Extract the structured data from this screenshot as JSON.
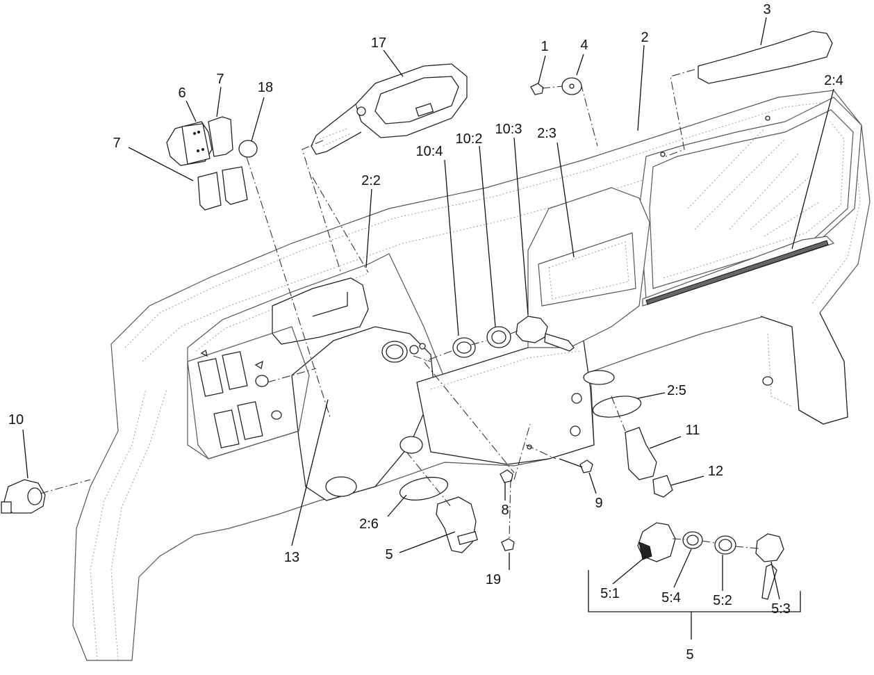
{
  "callouts": {
    "c1": "1",
    "c2": "2",
    "c2_2": "2:2",
    "c2_3": "2:3",
    "c2_4": "2:4",
    "c2_5": "2:5",
    "c2_6": "2:6",
    "c3": "3",
    "c4": "4",
    "c5": "5",
    "c5_1": "5:1",
    "c5_2": "5:2",
    "c5_3": "5:3",
    "c5_4": "5:4",
    "c5_group": "5",
    "c6": "6",
    "c7a": "7",
    "c7b": "7",
    "c8": "8",
    "c9": "9",
    "c10": "10",
    "c10_2": "10:2",
    "c10_3": "10:3",
    "c10_4": "10:4",
    "c11": "11",
    "c12": "12",
    "c13": "13",
    "c17": "17",
    "c18": "18",
    "c19": "19"
  },
  "colors": {
    "line": "#111111",
    "background": "#ffffff"
  }
}
